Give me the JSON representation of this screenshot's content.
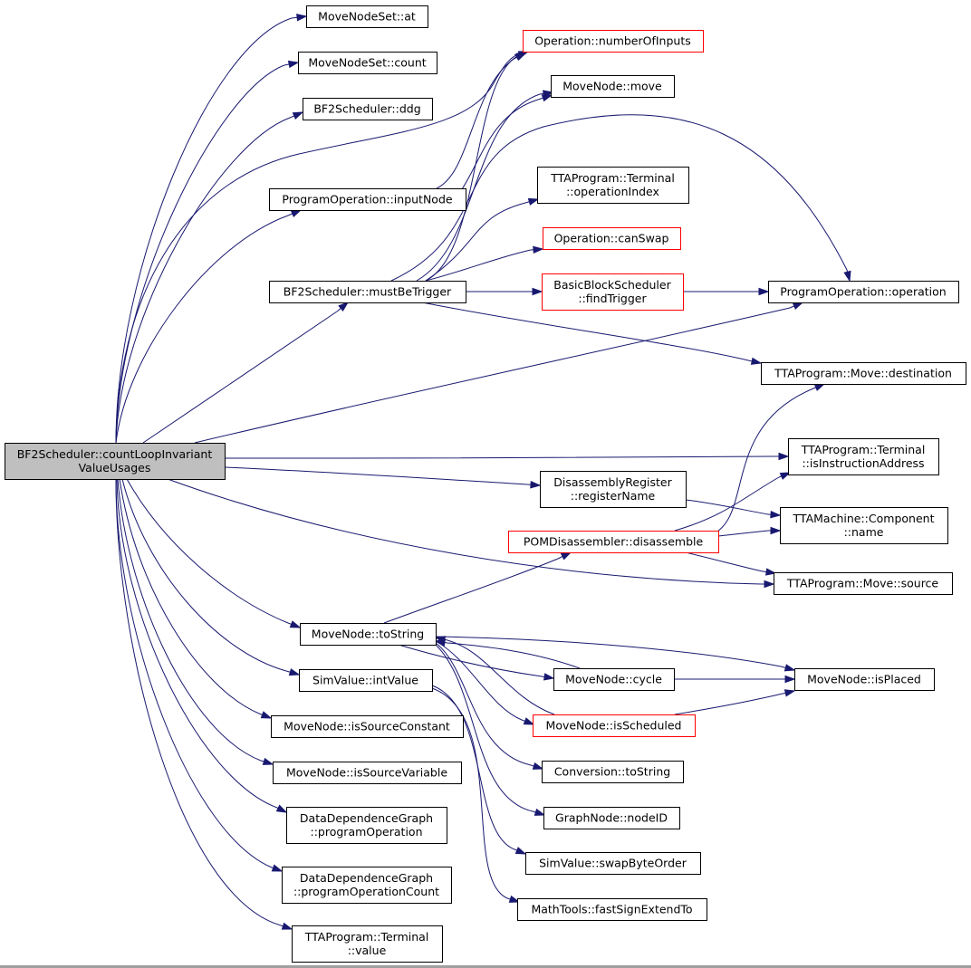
{
  "colors": {
    "root_fill": "#bfbfbf",
    "node_fill": "#ffffff",
    "border_normal": "#000000",
    "border_truncated": "#ff0000",
    "edge": "#191970"
  },
  "nodes": [
    {
      "id": "root",
      "style": "root",
      "lines": [
        "BF2Scheduler::countLoopInvariant",
        "ValueUsages"
      ]
    },
    {
      "id": "mns_at",
      "style": "normal",
      "lines": [
        "MoveNodeSet::at"
      ]
    },
    {
      "id": "mns_count",
      "style": "normal",
      "lines": [
        "MoveNodeSet::count"
      ]
    },
    {
      "id": "bf2_ddg",
      "style": "normal",
      "lines": [
        "BF2Scheduler::ddg"
      ]
    },
    {
      "id": "po_inputnode",
      "style": "normal",
      "lines": [
        "ProgramOperation::inputNode"
      ]
    },
    {
      "id": "bf2_mbt",
      "style": "normal",
      "lines": [
        "BF2Scheduler::mustBeTrigger"
      ]
    },
    {
      "id": "mn_tostring",
      "style": "normal",
      "lines": [
        "MoveNode::toString"
      ]
    },
    {
      "id": "sv_intvalue",
      "style": "normal",
      "lines": [
        "SimValue::intValue"
      ]
    },
    {
      "id": "mn_issrcconst",
      "style": "normal",
      "lines": [
        "MoveNode::isSourceConstant"
      ]
    },
    {
      "id": "mn_issrcvar",
      "style": "normal",
      "lines": [
        "MoveNode::isSourceVariable"
      ]
    },
    {
      "id": "ddg_po",
      "style": "normal",
      "lines": [
        "DataDependenceGraph",
        "::programOperation"
      ]
    },
    {
      "id": "ddg_poc",
      "style": "normal",
      "lines": [
        "DataDependenceGraph",
        "::programOperationCount"
      ]
    },
    {
      "id": "tp_term_value",
      "style": "normal",
      "lines": [
        "TTAProgram::Terminal",
        "::value"
      ]
    },
    {
      "id": "op_numinputs",
      "style": "truncated",
      "lines": [
        "Operation::numberOfInputs"
      ]
    },
    {
      "id": "mn_move",
      "style": "normal",
      "lines": [
        "MoveNode::move"
      ]
    },
    {
      "id": "tp_term_opindex",
      "style": "normal",
      "lines": [
        "TTAProgram::Terminal",
        "::operationIndex"
      ]
    },
    {
      "id": "op_canswap",
      "style": "truncated",
      "lines": [
        "Operation::canSwap"
      ]
    },
    {
      "id": "bbs_findtrigger",
      "style": "truncated",
      "lines": [
        "BasicBlockScheduler",
        "::findTrigger"
      ]
    },
    {
      "id": "po_operation",
      "style": "normal",
      "lines": [
        "ProgramOperation::operation"
      ]
    },
    {
      "id": "tp_move_dest",
      "style": "normal",
      "lines": [
        "TTAProgram::Move::destination"
      ]
    },
    {
      "id": "tp_term_isinstr",
      "style": "normal",
      "lines": [
        "TTAProgram::Terminal",
        "::isInstructionAddress"
      ]
    },
    {
      "id": "dr_regname",
      "style": "normal",
      "lines": [
        "DisassemblyRegister",
        "::registerName"
      ]
    },
    {
      "id": "tm_comp_name",
      "style": "normal",
      "lines": [
        "TTAMachine::Component",
        "::name"
      ]
    },
    {
      "id": "pom_disasm",
      "style": "truncated",
      "lines": [
        "POMDisassembler::disassemble"
      ]
    },
    {
      "id": "tp_move_source",
      "style": "normal",
      "lines": [
        "TTAProgram::Move::source"
      ]
    },
    {
      "id": "mn_cycle",
      "style": "normal",
      "lines": [
        "MoveNode::cycle"
      ]
    },
    {
      "id": "mn_isplaced",
      "style": "normal",
      "lines": [
        "MoveNode::isPlaced"
      ]
    },
    {
      "id": "mn_isscheduled",
      "style": "truncated",
      "lines": [
        "MoveNode::isScheduled"
      ]
    },
    {
      "id": "conv_tostring",
      "style": "normal",
      "lines": [
        "Conversion::toString"
      ]
    },
    {
      "id": "gn_nodeid",
      "style": "normal",
      "lines": [
        "GraphNode::nodeID"
      ]
    },
    {
      "id": "sv_swapbyteorder",
      "style": "normal",
      "lines": [
        "SimValue::swapByteOrder"
      ]
    },
    {
      "id": "mt_fastsignext",
      "style": "normal",
      "lines": [
        "MathTools::fastSignExtendTo"
      ]
    }
  ],
  "edges": [
    {
      "from": "root",
      "to": "mns_at"
    },
    {
      "from": "root",
      "to": "mns_count"
    },
    {
      "from": "root",
      "to": "bf2_ddg"
    },
    {
      "from": "root",
      "to": "po_inputnode"
    },
    {
      "from": "root",
      "to": "op_numinputs"
    },
    {
      "from": "root",
      "to": "bf2_mbt"
    },
    {
      "from": "root",
      "to": "po_operation"
    },
    {
      "from": "root",
      "to": "tp_term_isinstr"
    },
    {
      "from": "root",
      "to": "dr_regname"
    },
    {
      "from": "root",
      "to": "tp_move_source"
    },
    {
      "from": "root",
      "to": "mn_tostring"
    },
    {
      "from": "root",
      "to": "sv_intvalue"
    },
    {
      "from": "root",
      "to": "mn_issrcconst"
    },
    {
      "from": "root",
      "to": "mn_issrcvar"
    },
    {
      "from": "root",
      "to": "ddg_po"
    },
    {
      "from": "root",
      "to": "ddg_poc"
    },
    {
      "from": "root",
      "to": "tp_term_value"
    },
    {
      "from": "po_inputnode",
      "to": "op_numinputs"
    },
    {
      "from": "po_inputnode",
      "to": "mn_move"
    },
    {
      "from": "bf2_mbt",
      "to": "op_numinputs"
    },
    {
      "from": "bf2_mbt",
      "to": "mn_move"
    },
    {
      "from": "bf2_mbt",
      "to": "po_operation"
    },
    {
      "from": "bf2_mbt",
      "to": "tp_term_opindex"
    },
    {
      "from": "bf2_mbt",
      "to": "op_canswap"
    },
    {
      "from": "bf2_mbt",
      "to": "bbs_findtrigger"
    },
    {
      "from": "bf2_mbt",
      "to": "tp_move_dest"
    },
    {
      "from": "bbs_findtrigger",
      "to": "po_operation"
    },
    {
      "from": "dr_regname",
      "to": "tm_comp_name"
    },
    {
      "from": "pom_disasm",
      "to": "tp_move_dest"
    },
    {
      "from": "pom_disasm",
      "to": "tp_term_isinstr"
    },
    {
      "from": "pom_disasm",
      "to": "tm_comp_name"
    },
    {
      "from": "pom_disasm",
      "to": "tp_move_source"
    },
    {
      "from": "mn_tostring",
      "to": "pom_disasm"
    },
    {
      "from": "mn_tostring",
      "to": "mn_cycle"
    },
    {
      "from": "mn_tostring",
      "to": "mn_isplaced"
    },
    {
      "from": "mn_tostring",
      "to": "mn_isscheduled"
    },
    {
      "from": "mn_tostring",
      "to": "conv_tostring"
    },
    {
      "from": "mn_tostring",
      "to": "gn_nodeid"
    },
    {
      "from": "mn_cycle",
      "to": "mn_tostring"
    },
    {
      "from": "mn_cycle",
      "to": "mn_isplaced"
    },
    {
      "from": "mn_isscheduled",
      "to": "mn_tostring"
    },
    {
      "from": "mn_isscheduled",
      "to": "mn_isplaced"
    },
    {
      "from": "sv_intvalue",
      "to": "sv_swapbyteorder"
    },
    {
      "from": "sv_intvalue",
      "to": "mt_fastsignext"
    }
  ]
}
